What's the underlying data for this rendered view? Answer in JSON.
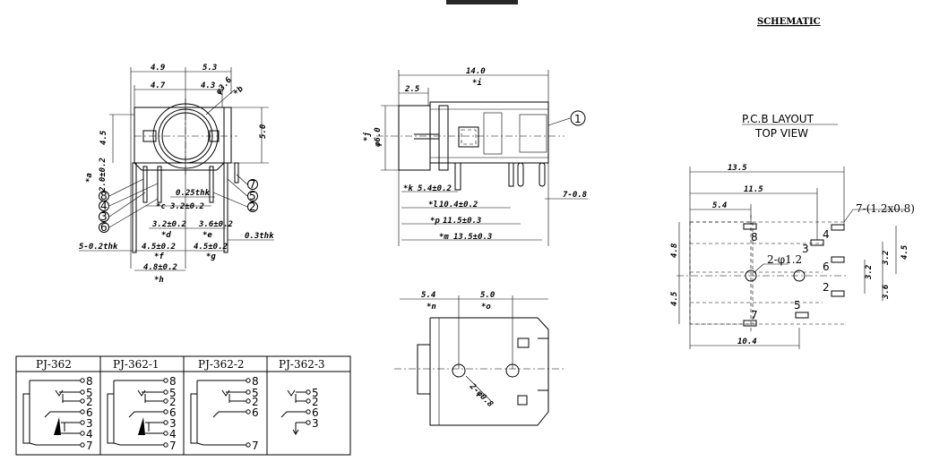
{
  "header": {
    "schematic_label": "SCHEMATIC"
  },
  "front_view": {
    "dims": {
      "w49": "4.9",
      "w53": "5.3",
      "w47": "4.7",
      "w43": "4.3",
      "h45": "4.5",
      "h50": "5.0",
      "phi36": "φ3.6",
      "b": "*b",
      "a_lbl": "*a",
      "a_val": "2.0±0.2",
      "c_lbl": "*c",
      "c_val": "3.2±0.2",
      "t025": "0.25thk",
      "d_lbl": "*d",
      "d_val": "3.2±0.2",
      "e_lbl": "*e",
      "e_val": "3.6±0.2",
      "t03": "0.3thk",
      "t5": "5-0.2thk",
      "f_lbl": "*f",
      "f_val": "4.5±0.2",
      "g_lbl": "*g",
      "g_val": "4.5±0.2",
      "h_lbl": "*h",
      "h_val": "4.8±0.2"
    },
    "pins_left": [
      "8",
      "4",
      "3",
      "6"
    ],
    "pins_right": [
      "7",
      "5",
      "2"
    ]
  },
  "side_view": {
    "dims": {
      "total": "14.0",
      "i": "*i",
      "d25": "2.5",
      "j": "*j",
      "phi6": "φ6.0",
      "k": "*k",
      "k_val": "5.4±0.2",
      "l": "*l",
      "l_val": "10.4±0.2",
      "p": "*p",
      "p_val": "11.5±0.3",
      "m": "*m",
      "m_val": "13.5±0.3",
      "r78": "7-0.8"
    },
    "callout": "1"
  },
  "top_view": {
    "dims": {
      "n": "*n",
      "n_val": "5.4",
      "o": "*o",
      "o_val": "5.0",
      "holes": "2-φ0.8"
    }
  },
  "pcb_layout": {
    "title": "P.C.B LAYOUT",
    "subtitle": "TOP VIEW",
    "dims": {
      "w135": "13.5",
      "w115": "11.5",
      "w54": "5.4",
      "slots": "7-(1.2x0.8)",
      "h48": "4.8",
      "h45l": "4.5",
      "h45r": "4.5",
      "h32": "3.2",
      "h32b": "3.2",
      "h36": "3.6",
      "holes": "2-φ1.2",
      "w104": "10.4"
    },
    "pins": [
      "8",
      "4",
      "3",
      "6",
      "2",
      "5",
      "7"
    ]
  },
  "table": {
    "headers": [
      "PJ-362",
      "PJ-362-1",
      "PJ-362-2",
      "PJ-362-3"
    ],
    "pin_sets": [
      [
        "8",
        "5",
        "2",
        "6",
        "3",
        "4",
        "7"
      ],
      [
        "8",
        "5",
        "2",
        "6",
        "3",
        "4",
        "7"
      ],
      [
        "8",
        "5",
        "2",
        "6",
        "7"
      ],
      [
        "5",
        "2",
        "6",
        "3"
      ]
    ]
  }
}
